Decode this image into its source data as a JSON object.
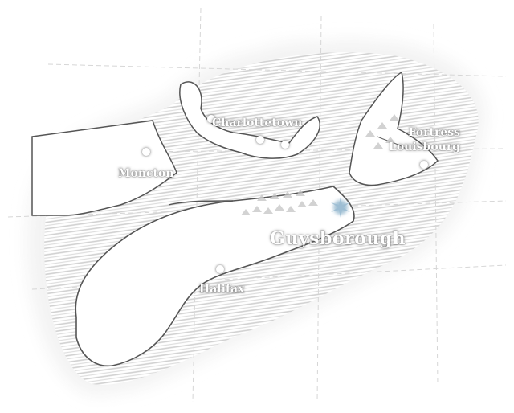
{
  "map": {
    "places": [
      {
        "key": "charlottetown",
        "name": "Charlottetown"
      },
      {
        "key": "moncton",
        "name": "Moncton"
      },
      {
        "key": "halifax",
        "name": "Halifax"
      },
      {
        "key": "louisbourg",
        "name": "Fortress\nLouisbourg"
      },
      {
        "key": "guysborough",
        "name": "Guysborough"
      }
    ],
    "highlight": {
      "name": "Guysborough",
      "marker_icon": "starburst-icon",
      "marker_color": "#9bbcd2"
    },
    "colors": {
      "land": "#ffffff",
      "water_hatch": "#cfcfcf",
      "coast": "#555555",
      "grid": "#d9d9d9",
      "mountains": "#bbbbbb"
    }
  }
}
